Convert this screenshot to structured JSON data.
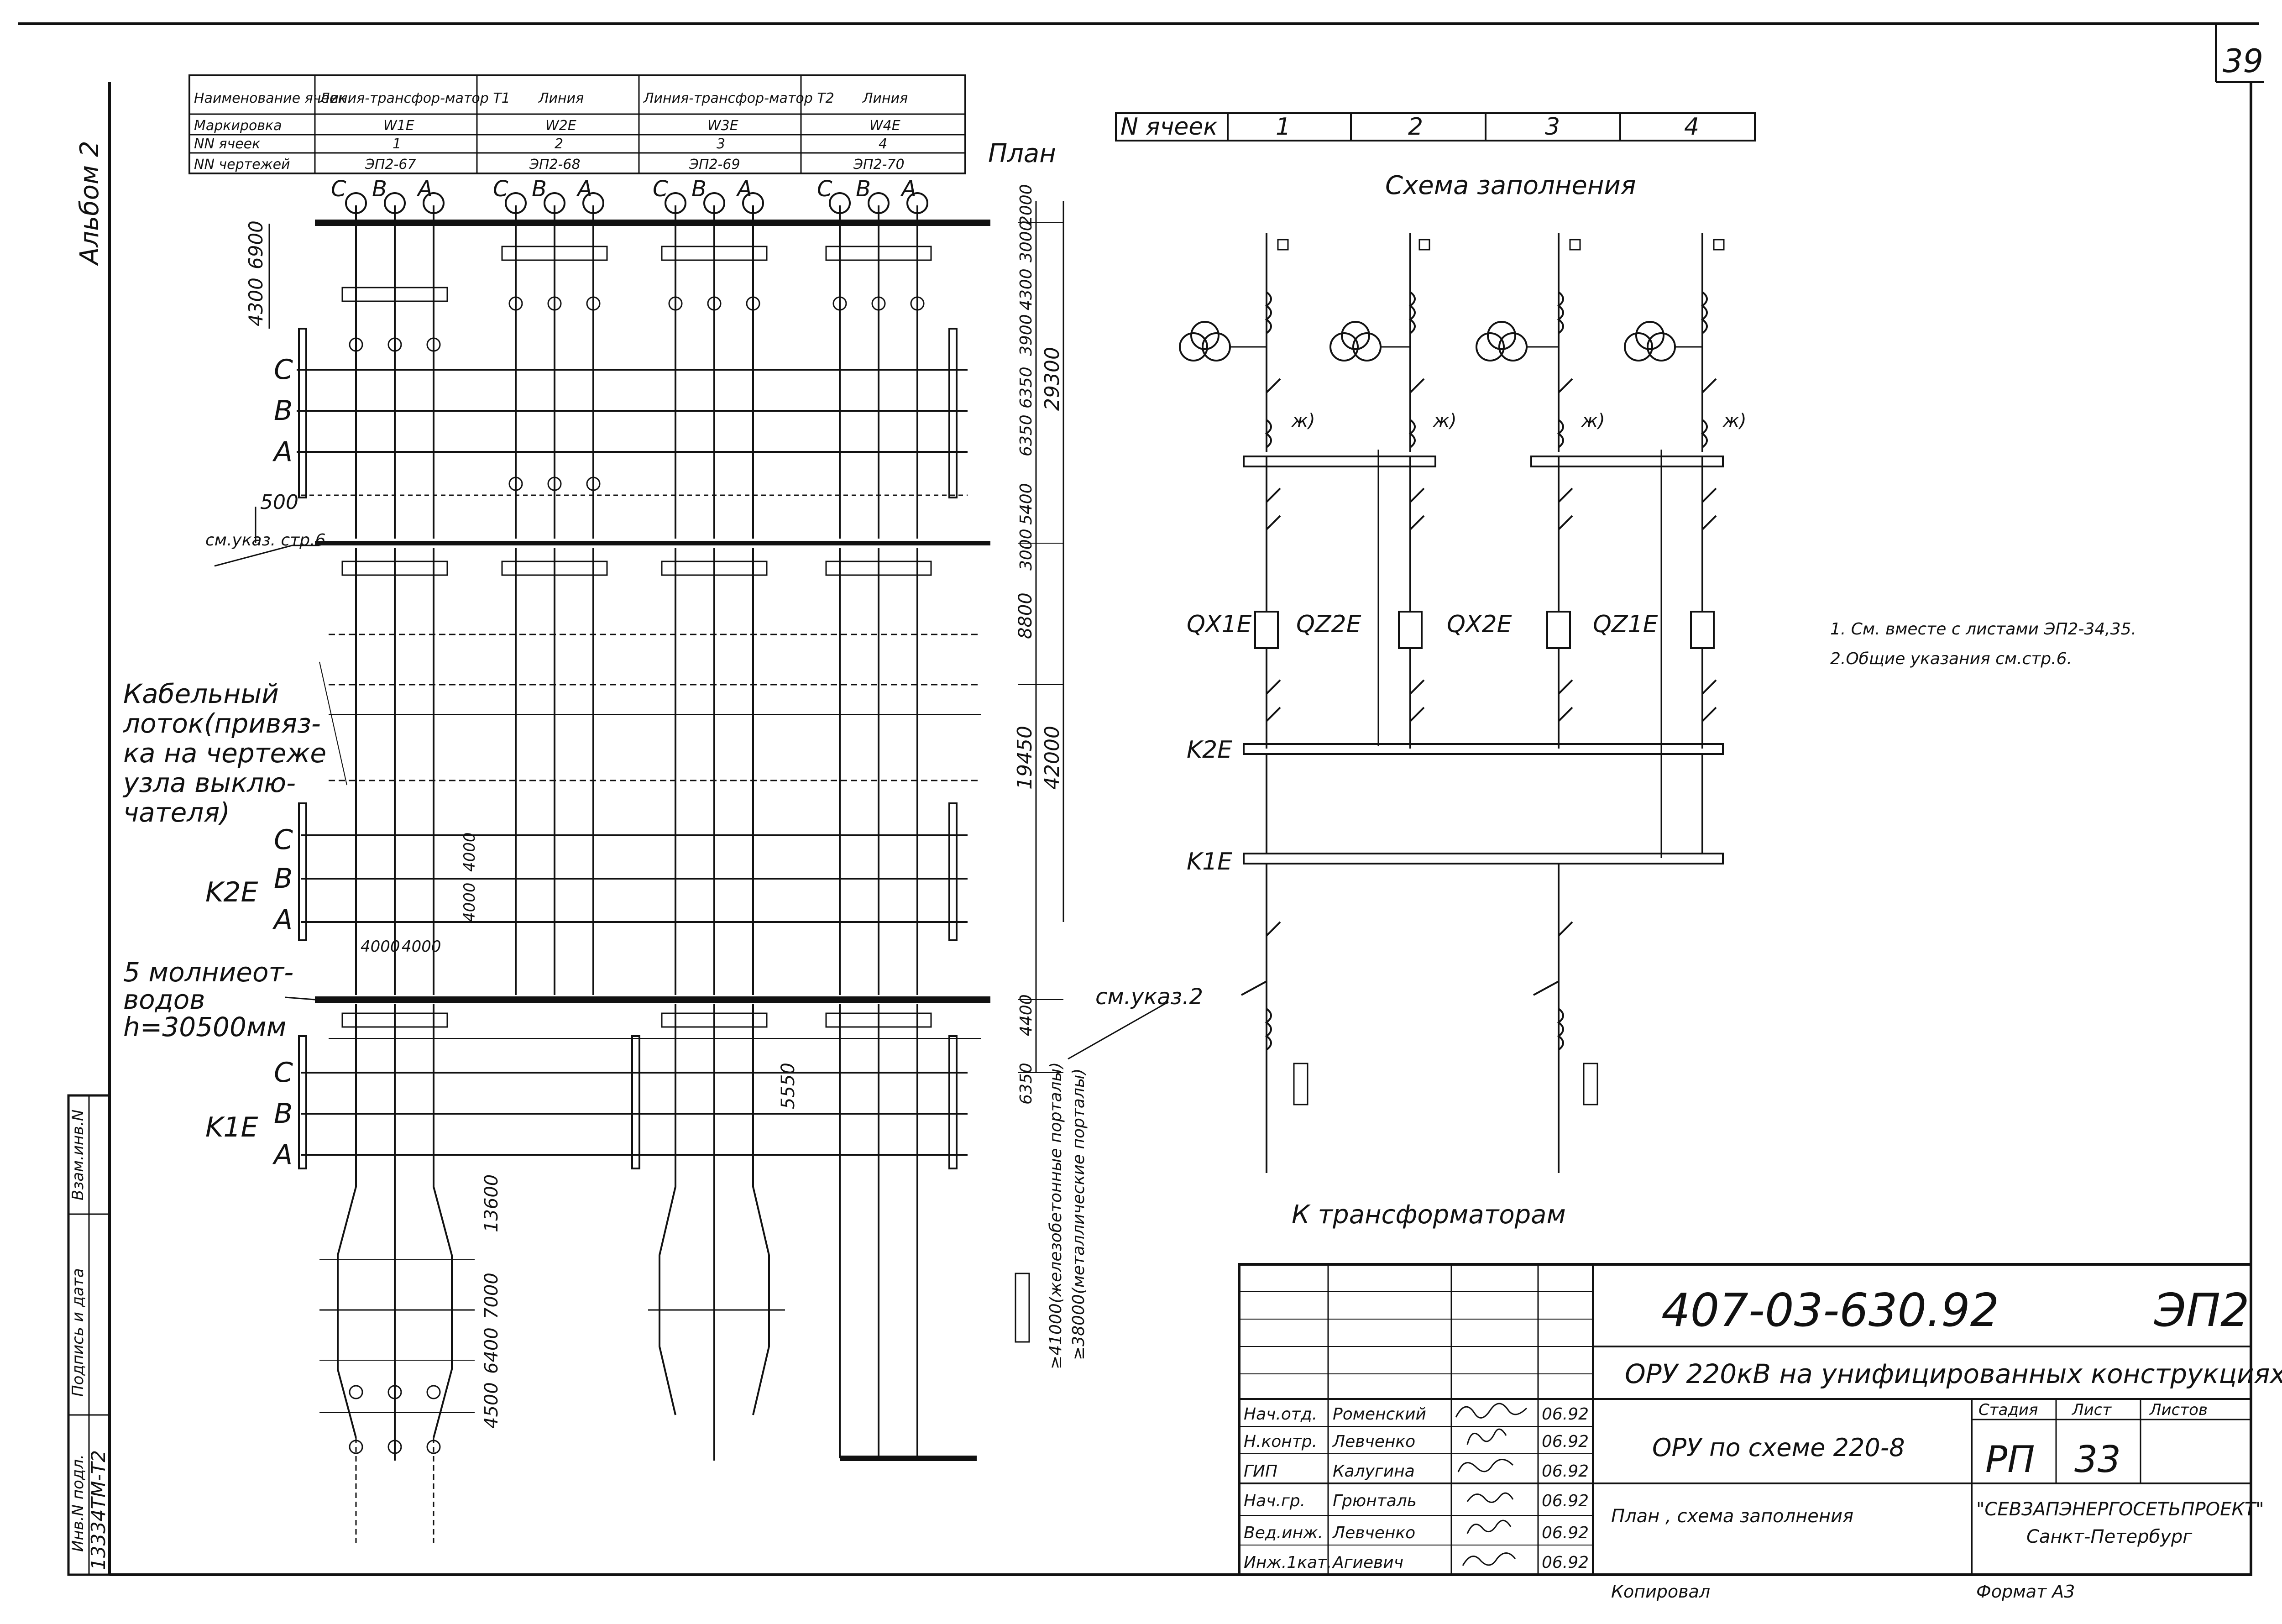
{
  "sheet_number": "39",
  "album": "Альбом 2",
  "plan_label": "План",
  "plan_table": {
    "row_headers": [
      "Наименование ячеек",
      "Маркировка",
      "NN ячеек",
      "NN чертежей"
    ],
    "columns": [
      {
        "name": "Линия-трансфор-матор Т1",
        "mark": "W1E",
        "cell": "1",
        "drawing": "ЭП2-67"
      },
      {
        "name": "Линия",
        "mark": "W2E",
        "cell": "2",
        "drawing": "ЭП2-68"
      },
      {
        "name": "Линия-трансфор-матор Т2",
        "mark": "W3E",
        "cell": "3",
        "drawing": "ЭП2-69"
      },
      {
        "name": "Линия",
        "mark": "W4E",
        "cell": "4",
        "drawing": "ЭП2-70"
      }
    ]
  },
  "plan": {
    "phase_labels": [
      "C",
      "B",
      "A"
    ],
    "bus_k2e": "K2E",
    "bus_k1e": "K1E",
    "note_500": "500",
    "ref_see": "см.указ. стр.6",
    "cable_tray": [
      "Кабельный",
      "лоток(привяз-",
      "ка на чертеже",
      "узла выклю-",
      "чателя)"
    ],
    "lightning": [
      "5 молниеот-",
      "водов",
      "h=30500мм"
    ],
    "ref_note2": "см.указ.2",
    "dims_left": [
      "4300",
      "6900"
    ],
    "dims_right": [
      "2000",
      "3000",
      "4300",
      "3900",
      "6350",
      "6350",
      "5400",
      "3000",
      "8800",
      "19450",
      "4400",
      "6350"
    ],
    "dims_right_total_1": "29300",
    "dims_right_total_2": "42000",
    "dims_bottom": [
      "13600",
      "7000",
      "6400",
      "4500"
    ],
    "dims_4000": [
      "4000",
      "4000",
      "4000",
      "4000"
    ],
    "dim_5550": "5550",
    "portal_note_1": "≥41000(железобетонные порталы)",
    "portal_note_2": "≥38000(металлические порталы)"
  },
  "fill_scheme": {
    "cell_header": "N ячеек",
    "cells": [
      "1",
      "2",
      "3",
      "4"
    ],
    "title": "Схема заполнения",
    "breaker_labels": [
      "QX1E",
      "QZ2E",
      "QX2E",
      "QZ1E"
    ],
    "bus_k2e": "K2E",
    "bus_k1e": "K1E",
    "mark": "ж)",
    "to_transformers": "К трансформаторам"
  },
  "notes": [
    "1. См. вместе с листами ЭП2-34,35.",
    "2.Общие указания см.стр.6."
  ],
  "title_block": {
    "code": "407-03-630.92",
    "series": "ЭП2",
    "project": "ОРУ 220кВ на унифицированных конструкциях",
    "object": "ОРУ по схеме 220-8",
    "sheet_title": "План , схема заполнения",
    "stage_header": "Стадия",
    "sheet_header": "Лист",
    "sheets_header": "Листов",
    "stage": "РП",
    "sheet": "33",
    "org": "\"СЕВЗАПЭНЕРГОСЕТЬПРОЕКТ\"",
    "city": "Санкт-Петербург",
    "staff": [
      {
        "role": "Нач.отд.",
        "name": "Роменский",
        "date": "06.92"
      },
      {
        "role": "Н.контр.",
        "name": "Левченко",
        "date": "06.92"
      },
      {
        "role": "ГИП",
        "name": "Калугина",
        "date": "06.92"
      },
      {
        "role": "Нач.гр.",
        "name": "Грюнталь",
        "date": "06.92"
      },
      {
        "role": "Вед.инж.",
        "name": "Левченко",
        "date": "06.92"
      },
      {
        "role": "Инж.1кат.",
        "name": "Агиевич",
        "date": "06.92"
      }
    ],
    "copied": "Копировал",
    "format": "Формат А3"
  },
  "side_stamp": {
    "inv": "Инв.N подл.",
    "sign": "Подпись и дата",
    "replace": "Взам.инв.N",
    "inv_value": "13334ТМ-Т2"
  }
}
